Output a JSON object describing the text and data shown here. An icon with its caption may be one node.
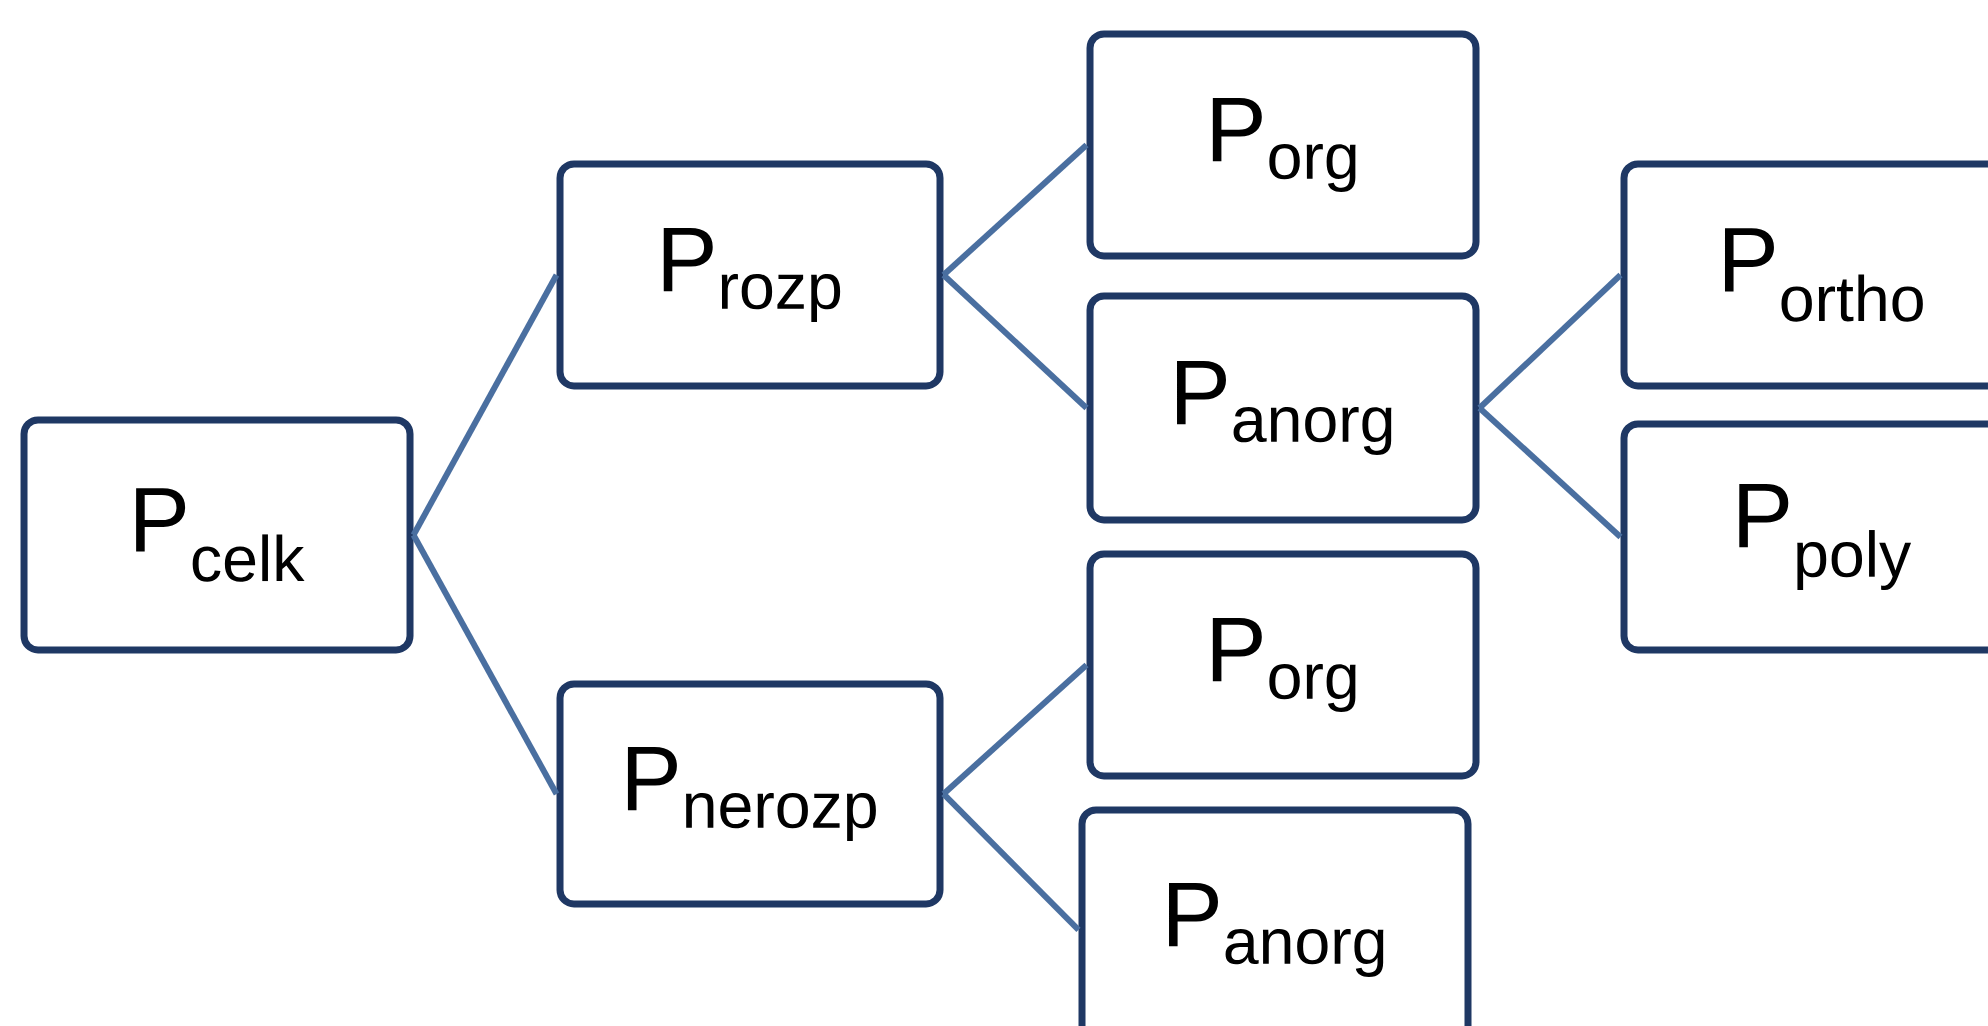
{
  "diagram": {
    "nodes": [
      {
        "text": [
          "P$_{celk}$"
        ]
      },
      {
        "text": [
          "P$_{rozp}$"
        ]
      },
      {
        "text": [
          "P$_{nerozp}$"
        ]
      },
      {
        "text": [
          "P$_{org}$"
        ]
      },
      {
        "text": [
          "P$_{anorg}$"
        ]
      },
      {
        "text": [
          "P$_{org}$"
        ]
      },
      {
        "text": [
          "P$_{anorg}$"
        ]
      },
      {
        "text": [
          "P$_{ortho}$"
        ]
      },
      {
        "text": [
          "P$_{poly}$"
        ]
      }
    ],
    "edges": [
      {
        "from": 0,
        "to": 1,
        "arrow": "none"
      },
      {
        "from": 0,
        "to": 2,
        "arrow": "none"
      },
      {
        "from": 1,
        "to": 3,
        "arrow": "none"
      },
      {
        "from": 1,
        "to": 4,
        "arrow": "none"
      },
      {
        "from": 2,
        "to": 5,
        "arrow": "none"
      },
      {
        "from": 2,
        "to": 6,
        "arrow": "none"
      },
      {
        "from": 4,
        "to": 7,
        "arrow": "none"
      },
      {
        "from": 4,
        "to": 8,
        "arrow": "none"
      }
    ]
  }
}
